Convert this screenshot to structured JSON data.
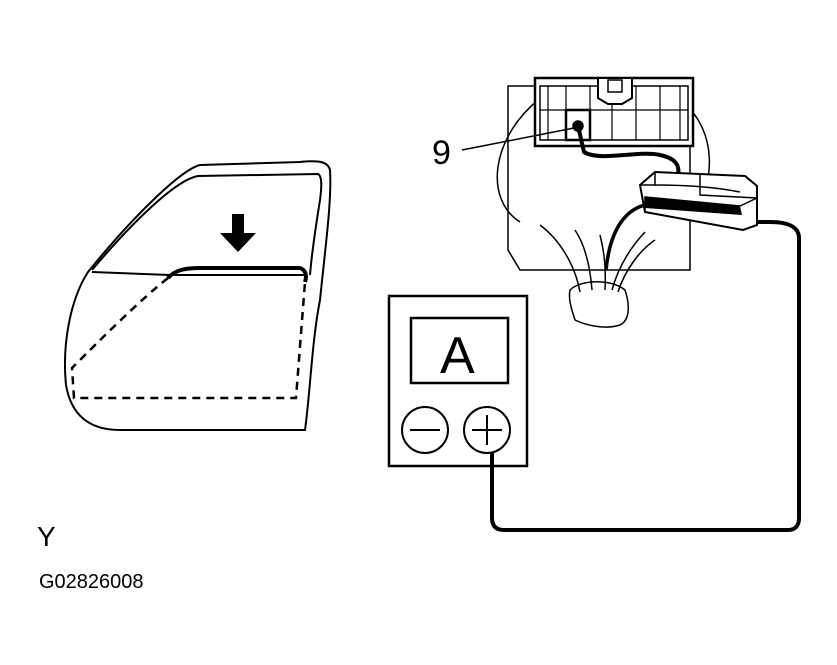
{
  "diagram": {
    "view_label": "Y",
    "figure_code": "G02826008",
    "pin_label": "9",
    "meter": {
      "unit": "A",
      "negative_terminal": "minus-icon",
      "positive_terminal": "plus-icon"
    },
    "colors": {
      "line": "#000000",
      "connector_fill": "#ffffff",
      "harness_fill": "#e8e8e8"
    }
  }
}
